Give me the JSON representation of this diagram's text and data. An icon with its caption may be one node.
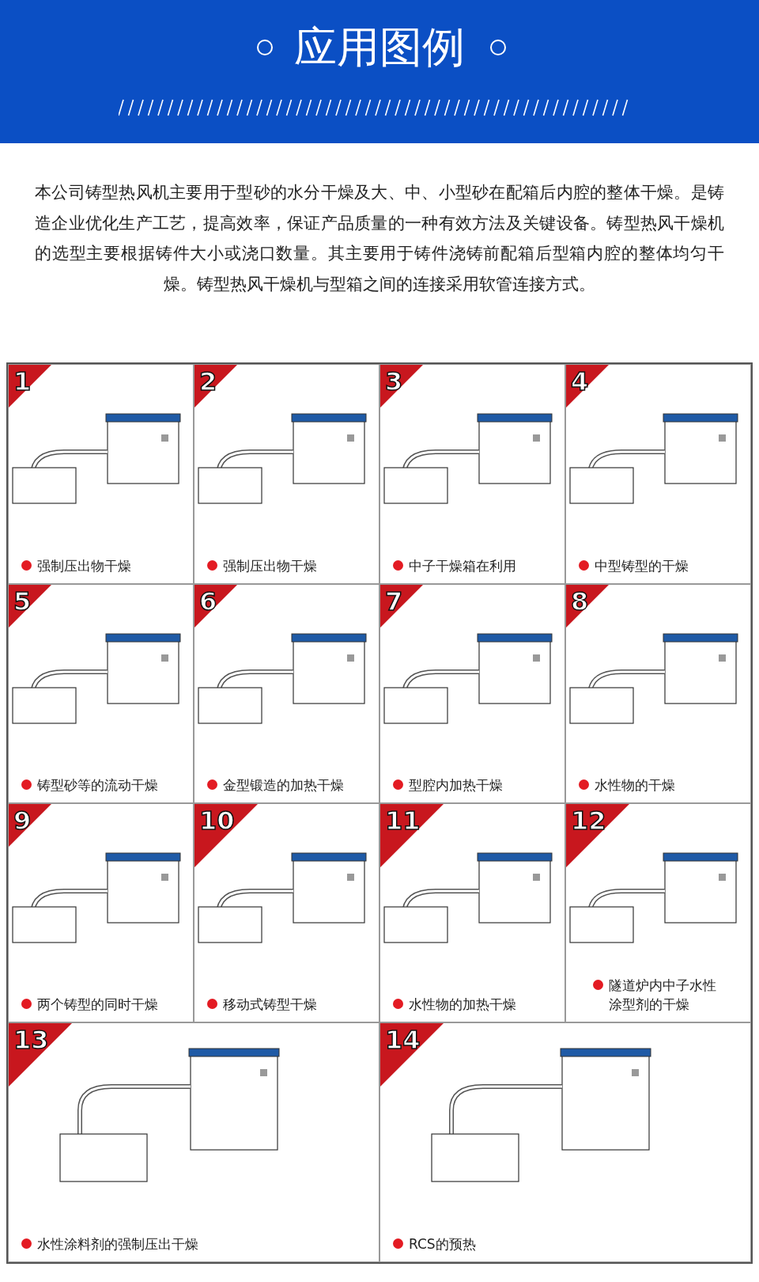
{
  "diagram": {
    "title": "应用图例",
    "nodes": [
      {
        "text": [
          "1",
          "强制压出物干燥"
        ]
      },
      {
        "text": [
          "2",
          "强制压出物干燥"
        ]
      },
      {
        "text": [
          "3",
          "中子干燥箱在利用"
        ]
      },
      {
        "text": [
          "4",
          "中型铸型的干燥"
        ]
      },
      {
        "text": [
          "5",
          "铸型砂等的流动干燥"
        ]
      },
      {
        "text": [
          "6",
          "金型锻造的加热干燥"
        ]
      },
      {
        "text": [
          "7",
          "型腔内加热干燥"
        ]
      },
      {
        "text": [
          "8",
          "水性物的干燥"
        ]
      },
      {
        "text": [
          "9",
          "两个铸型的同时干燥"
        ]
      },
      {
        "text": [
          "10",
          "移动式铸型干燥"
        ]
      },
      {
        "text": [
          "11",
          "水性物的加热干燥"
        ]
      },
      {
        "text": [
          "12",
          "隧道炉内中子水性涂型剂的干燥"
        ]
      },
      {
        "text": [
          "13",
          "水性涂料剂的强制压出干燥"
        ]
      },
      {
        "text": [
          "14",
          "RCS的预热"
        ]
      }
    ],
    "labels": [
      "本公司铸型热风机主要用于型砂的水分干燥及大、中、小型砂在配箱后内腔的整体干燥。是铸造企业优化生产工艺，提高效率，保证产品质量的一种有效方法及关键设备。铸型热风干燥机的选型主要根据铸件大小或浇口数量。其主要用于铸件浇铸前配箱后型箱内腔的整体均匀干燥。铸型热风干燥机与型箱之间的连接采用软管连接方式。"
    ]
  }
}
